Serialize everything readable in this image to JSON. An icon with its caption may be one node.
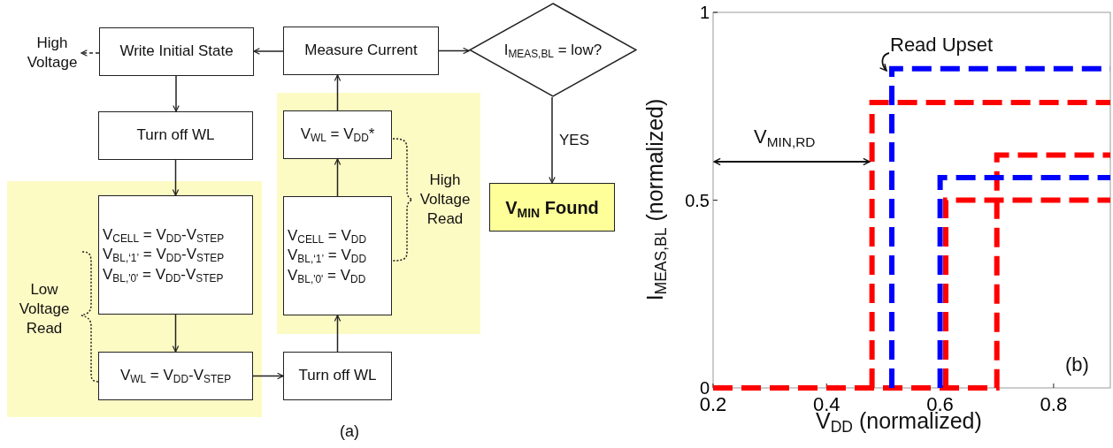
{
  "diagram": {
    "nodes": [
      {
        "text": [
          "High Voltage"
        ]
      },
      {
        "text": [
          "Write Initial State"
        ]
      },
      {
        "text": [
          "Turn off WL"
        ]
      },
      {
        "text": [
          "Low Voltage Read"
        ]
      },
      {
        "text": [
          "V$_{CELL}$ = V$_{DD}$-V$_{STEP}$",
          "V$_{BL,‘1’}$ = V$_{DD}$-V$_{STEP}$",
          "V$_{BL,'0'}$ = V$_{DD}$-V$_{STEP}$"
        ],
        "in": 3
      },
      {
        "text": [
          "V$_{WL}$ = V$_{DD}$-V$_{STEP}$"
        ],
        "in": 3
      },
      {
        "text": [
          "Turn off WL"
        ]
      },
      {
        "text": [
          "High Voltage Read"
        ]
      },
      {
        "text": [
          "V$_{CELL}$ = V$_{DD}$",
          "V$_{BL,‘1’}$ = V$_{DD}$",
          "V$_{BL,'0'}$ = V$_{DD}$"
        ],
        "in": 7
      },
      {
        "text": [
          "V$_{WL}$ = V$_{DD}$*"
        ],
        "in": 7
      },
      {
        "text": [
          "Measure Current"
        ]
      },
      {
        "text": [
          "I$_{MEAS,BL}$ = low?"
        ]
      },
      {
        "text": [
          "V$_{MIN}$ Found"
        ]
      }
    ],
    "edges": [
      {
        "from": 1,
        "to": 0,
        "arrow": "to",
        "style": "dashed"
      },
      {
        "from": 1,
        "to": 2,
        "arrow": "to"
      },
      {
        "from": 2,
        "to": 4,
        "arrow": "to"
      },
      {
        "from": 4,
        "to": 5,
        "arrow": "to"
      },
      {
        "from": 5,
        "to": 6,
        "arrow": "to"
      },
      {
        "from": 6,
        "to": 8,
        "arrow": "to"
      },
      {
        "from": 8,
        "to": 9,
        "arrow": "to"
      },
      {
        "from": 9,
        "to": 10,
        "arrow": "to"
      },
      {
        "from": 10,
        "to": 1,
        "arrow": "to"
      },
      {
        "from": 10,
        "to": 11,
        "arrow": "to"
      },
      {
        "from": 11,
        "to": 12,
        "label": "YES",
        "arrow": "to"
      }
    ],
    "labels": [
      "(a)"
    ],
    "chart_data": {
      "type": "line",
      "xlabel": "V$_{DD}$ (normalized)",
      "ylabel": "I$_{MEAS,BL}$ (normalized)",
      "x": [
        0.2,
        0.48,
        0.48,
        0.515,
        0.515,
        0.6,
        0.6,
        0.61,
        0.61,
        0.7,
        0.7,
        0.9
      ],
      "series": [
        {
          "color": "#ff0000",
          "line_style": "dashed",
          "values": [
            null,
            0,
            0.76,
            0.76,
            0.76,
            0.76,
            0.76,
            0.76,
            0.76,
            0.76,
            0.76,
            0.76
          ]
        },
        {
          "color": "#0000ff",
          "line_style": "dashed",
          "values": [
            null,
            null,
            null,
            0,
            0.85,
            0.85,
            0.85,
            0.85,
            0.85,
            0.85,
            0.85,
            0.85
          ]
        },
        {
          "color": "#0000ff",
          "line_style": "dashed",
          "values": [
            null,
            null,
            null,
            null,
            null,
            0,
            0.56,
            0.56,
            0.56,
            0.56,
            0.56,
            0.56
          ]
        },
        {
          "color": "#ff0000",
          "line_style": "dashed",
          "values": [
            null,
            null,
            null,
            null,
            null,
            null,
            null,
            0,
            0.5,
            0.5,
            0.5,
            0.5
          ]
        },
        {
          "color": "#ff0000",
          "line_style": "dashed",
          "values": [
            0,
            0,
            0,
            0,
            0,
            0,
            0,
            0,
            0,
            0,
            0.62,
            0.62
          ]
        }
      ],
      "xlim": [
        0.2,
        0.9
      ],
      "ylim": [
        0,
        1
      ],
      "xticks": [
        0.2,
        0.4,
        0.6,
        0.8
      ],
      "yticks": [
        0,
        0.5,
        1
      ],
      "annotations": [
        "Read Upset",
        "V$_{MIN,RD}$",
        "(b)"
      ]
    }
  }
}
